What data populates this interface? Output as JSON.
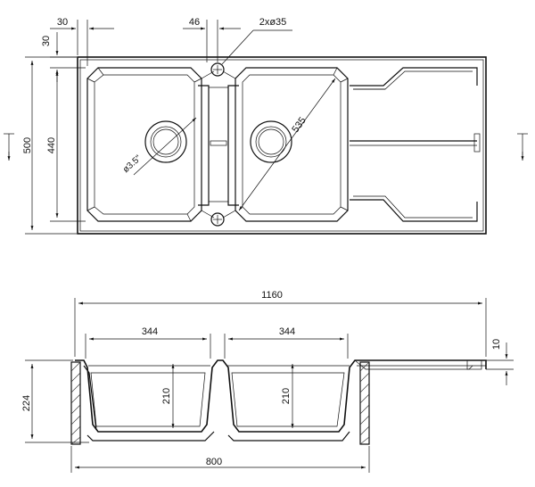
{
  "top_view": {
    "dims": {
      "left_margin": "30",
      "top_margin": "30",
      "tap_offset": "46",
      "holes": "2xø35",
      "overall_depth": "500",
      "bowl_depth": "440",
      "diagonal": "535",
      "drain": "ø3.5\""
    }
  },
  "section_view": {
    "dims": {
      "overall_width": "1160",
      "bowl_left_width": "344",
      "bowl_right_width": "344",
      "bowl_left_depth": "210",
      "bowl_right_depth": "210",
      "overall_height": "224",
      "cabinet_width": "800",
      "rim": "10"
    }
  }
}
